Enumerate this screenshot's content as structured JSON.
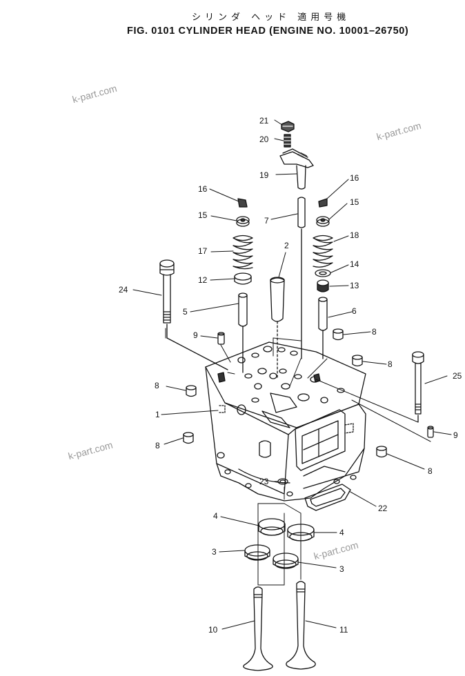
{
  "title": {
    "japanese": "シリンダ ヘッド 適用号機",
    "main": "FIG. 0101  CYLINDER HEAD (ENGINE NO. 10001–26750)"
  },
  "watermark": "k-part.com",
  "callouts": {
    "c21": "21",
    "c20": "20",
    "c19": "19",
    "c16a": "16",
    "c16b": "16",
    "c15a": "15",
    "c15b": "15",
    "c7": "7",
    "c2": "2",
    "c17": "17",
    "c18": "18",
    "c14": "14",
    "c12": "12",
    "c13": "13",
    "c24": "24",
    "c5": "5",
    "c6": "6",
    "c9a": "9",
    "c8a": "8",
    "c8b": "8",
    "c25": "25",
    "c8c": "8",
    "c1": "1",
    "c9b": "9",
    "c8d": "8",
    "c8e": "8",
    "c23": "23",
    "c22": "22",
    "c4a": "4",
    "c4b": "4",
    "c3a": "3",
    "c3b": "3",
    "c10": "10",
    "c11": "11"
  }
}
